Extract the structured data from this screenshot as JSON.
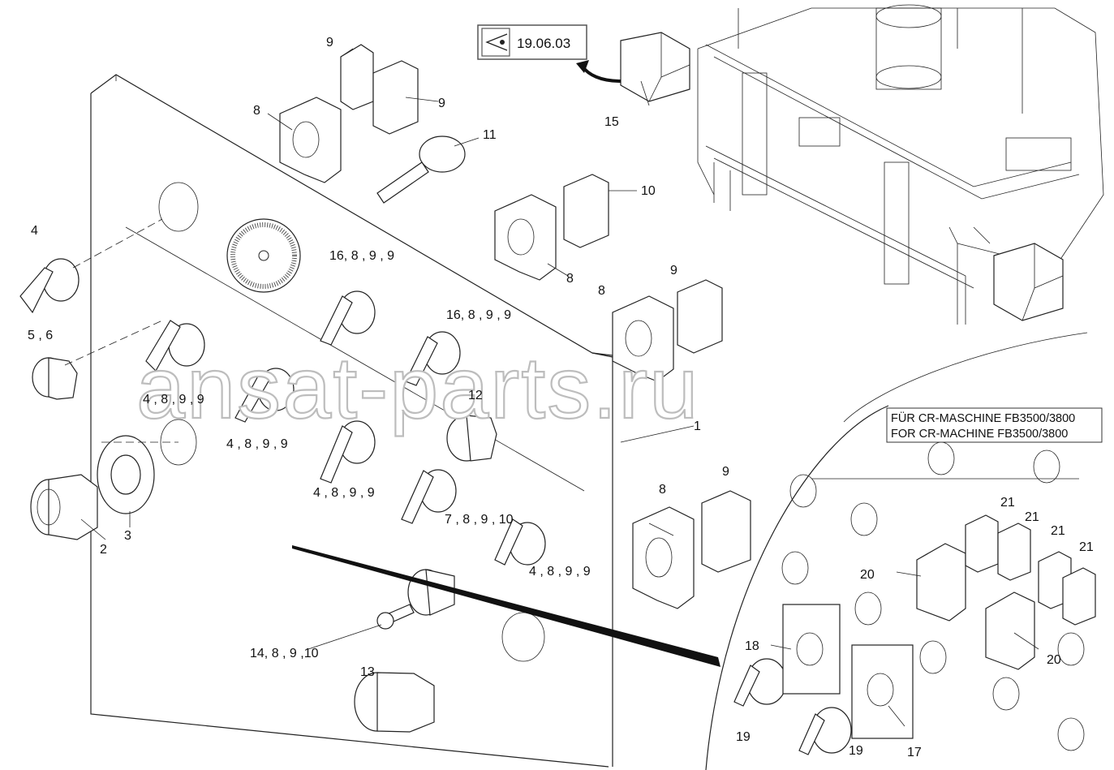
{
  "reference": {
    "label": "19.06.03"
  },
  "watermark": "ansat-parts.ru",
  "note": {
    "line1": "FÜR CR-MASCHINE FB3500/3800",
    "line2": "FOR CR-MACHINE FB3500/3800"
  },
  "callouts": [
    "9",
    "9",
    "8",
    "11",
    "15",
    "10",
    "4",
    "16, 8 , 9 , 9",
    "8",
    "9",
    "8",
    "5 , 6",
    "16, 8 , 9 , 9",
    "4 , 8 , 9 , 9",
    "4 , 8 , 9 , 9",
    "12",
    "1",
    "4 , 8 , 9 , 9",
    "2",
    "3",
    "7 , 8 , 9 , 10",
    "8",
    "9",
    "4 , 8 , 9 , 9",
    "14, 8 , 9 ,10",
    "13",
    "21",
    "21",
    "21",
    "21",
    "20",
    "20",
    "18",
    "17",
    "19",
    "19"
  ]
}
